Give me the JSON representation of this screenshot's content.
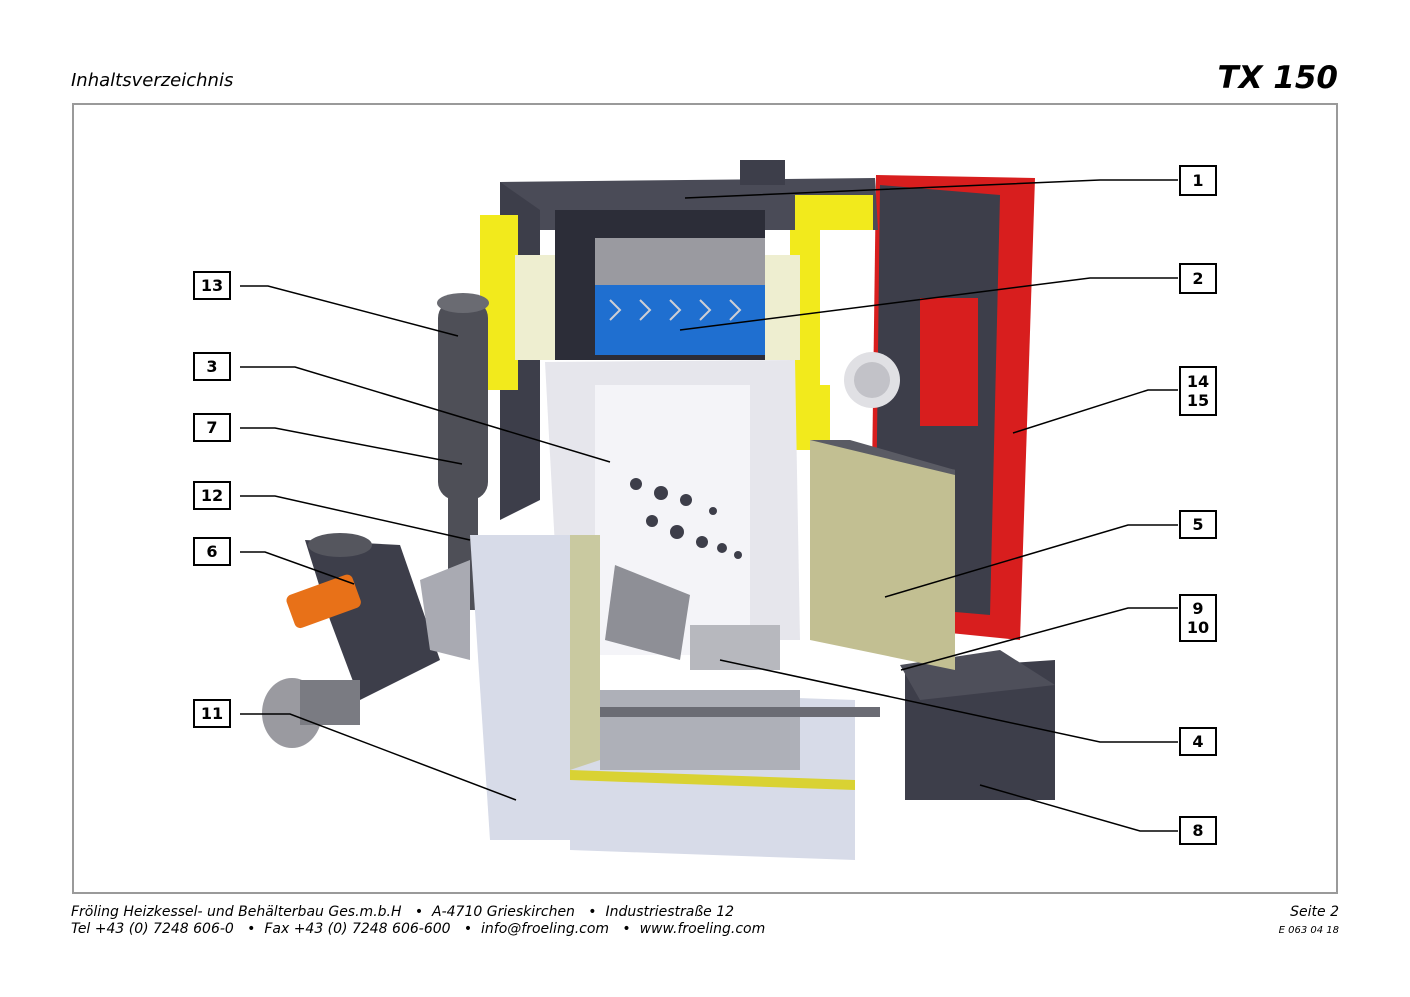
{
  "header": {
    "section": "Inhaltsverzeichnis",
    "model": "TX 150"
  },
  "callouts": {
    "c1": "1",
    "c2": "2",
    "c13": "13",
    "c3": "3",
    "c7": "7",
    "c12": "12",
    "c6": "6",
    "c11": "11",
    "c14": "14",
    "c15": "15",
    "c5": "5",
    "c9": "9",
    "c10": "10",
    "c4": "4",
    "c8": "8"
  },
  "footer": {
    "line1": "Fröling Heizkessel- und Behälterbau Ges.m.b.H   •  A-4710 Grieskirchen   •  Industriestraße 12",
    "line2": "Tel +43 (0) 7248 606-0   •  Fax +43 (0) 7248 606-600   •  info@froeling.com   •  www.froeling.com",
    "page": "Seite 2",
    "doc_code": "E 063 04 18"
  },
  "colors": {
    "yellow": "#f2ea1c",
    "red": "#d81e1e",
    "dark": "#3d3e4a",
    "blue": "#1f6fd0",
    "orange": "#e87118"
  }
}
